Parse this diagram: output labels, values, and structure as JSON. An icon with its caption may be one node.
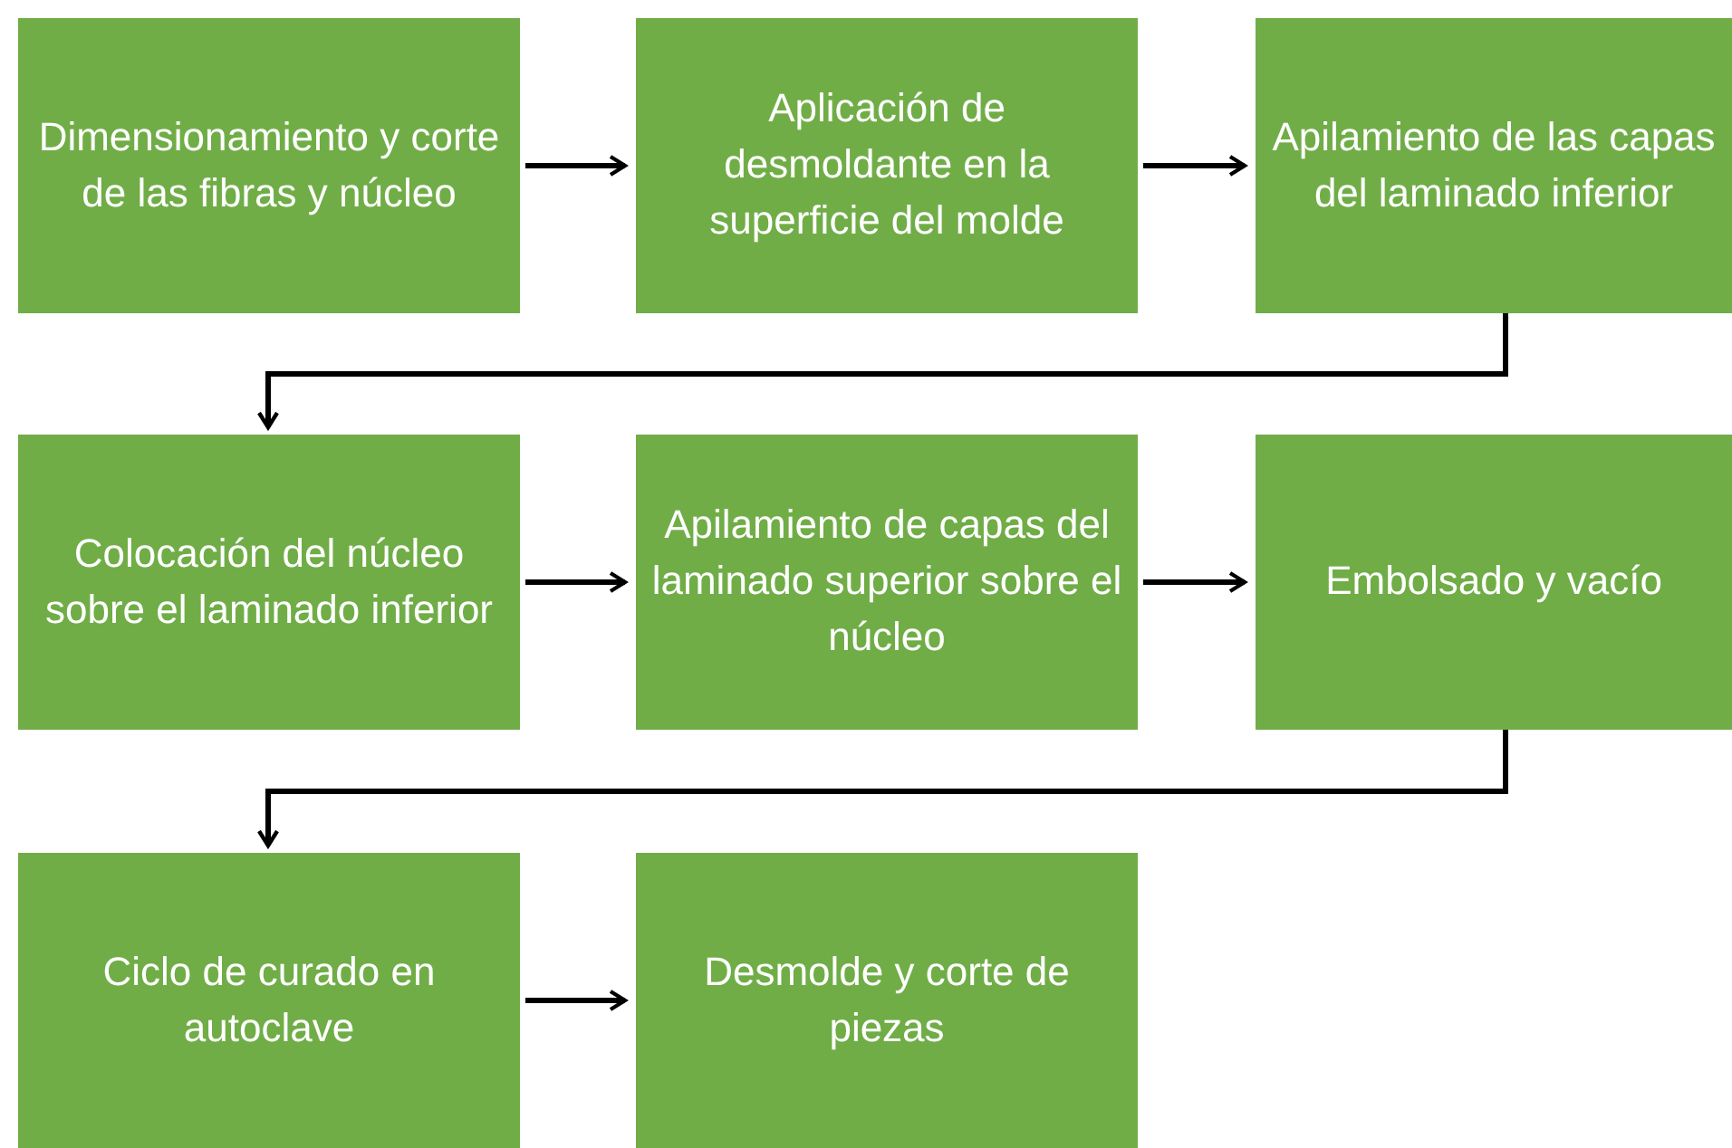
{
  "diagram": {
    "nodes": [
      {
        "text": [
          "Dimensionamiento y corte de las fibras y núcleo"
        ]
      },
      {
        "text": [
          "Aplicación de desmoldante en la superficie del molde"
        ]
      },
      {
        "text": [
          "Apilamiento de las capas del laminado inferior"
        ]
      },
      {
        "text": [
          "Colocación del núcleo sobre el laminado inferior"
        ]
      },
      {
        "text": [
          "Apilamiento de capas del laminado superior sobre el núcleo"
        ]
      },
      {
        "text": [
          "Embolsado y vacío"
        ]
      },
      {
        "text": [
          "Ciclo de curado en autoclave"
        ]
      },
      {
        "text": [
          "Desmolde y corte de piezas"
        ]
      }
    ],
    "edges": [
      {
        "from": 0,
        "to": 1,
        "arrow": "to"
      },
      {
        "from": 1,
        "to": 2,
        "arrow": "to"
      },
      {
        "from": 2,
        "to": 3,
        "arrow": "to"
      },
      {
        "from": 3,
        "to": 4,
        "arrow": "to"
      },
      {
        "from": 4,
        "to": 5,
        "arrow": "to"
      },
      {
        "from": 5,
        "to": 6,
        "arrow": "to"
      },
      {
        "from": 6,
        "to": 7,
        "arrow": "to"
      }
    ]
  }
}
